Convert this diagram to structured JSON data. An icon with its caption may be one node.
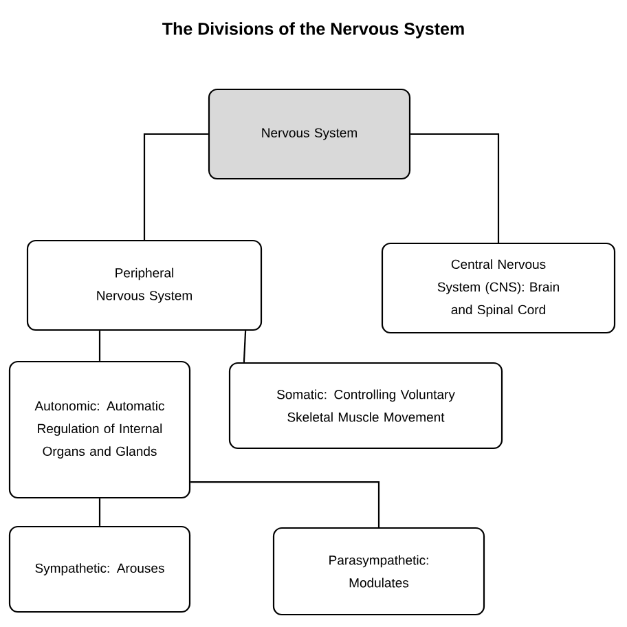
{
  "diagram": {
    "title": "The Divisions of the Nervous System",
    "nodes": [
      {
        "text": [
          "Nervous System"
        ]
      },
      {
        "text": [
          "Peripheral Nervous System"
        ]
      },
      {
        "text": [
          "Central Nervous System (CNS): Brain and Spinal Cord"
        ]
      },
      {
        "text": [
          "Autonomic: Automatic Regulation of Internal Organs and Glands"
        ]
      },
      {
        "text": [
          "Somatic: Controlling Voluntary Skeletal Muscle Movement"
        ]
      },
      {
        "text": [
          "Sympathetic: Arouses"
        ]
      },
      {
        "text": [
          "Parasympathetic: Modulates"
        ]
      }
    ],
    "edges": [
      {
        "from": 0,
        "to": 1,
        "arrow": "none"
      },
      {
        "from": 0,
        "to": 2,
        "arrow": "none"
      },
      {
        "from": 1,
        "to": 3,
        "arrow": "none"
      },
      {
        "from": 1,
        "to": 4,
        "arrow": "none"
      },
      {
        "from": 3,
        "to": 5,
        "arrow": "none"
      },
      {
        "from": 3,
        "to": 6,
        "arrow": "none"
      }
    ]
  }
}
